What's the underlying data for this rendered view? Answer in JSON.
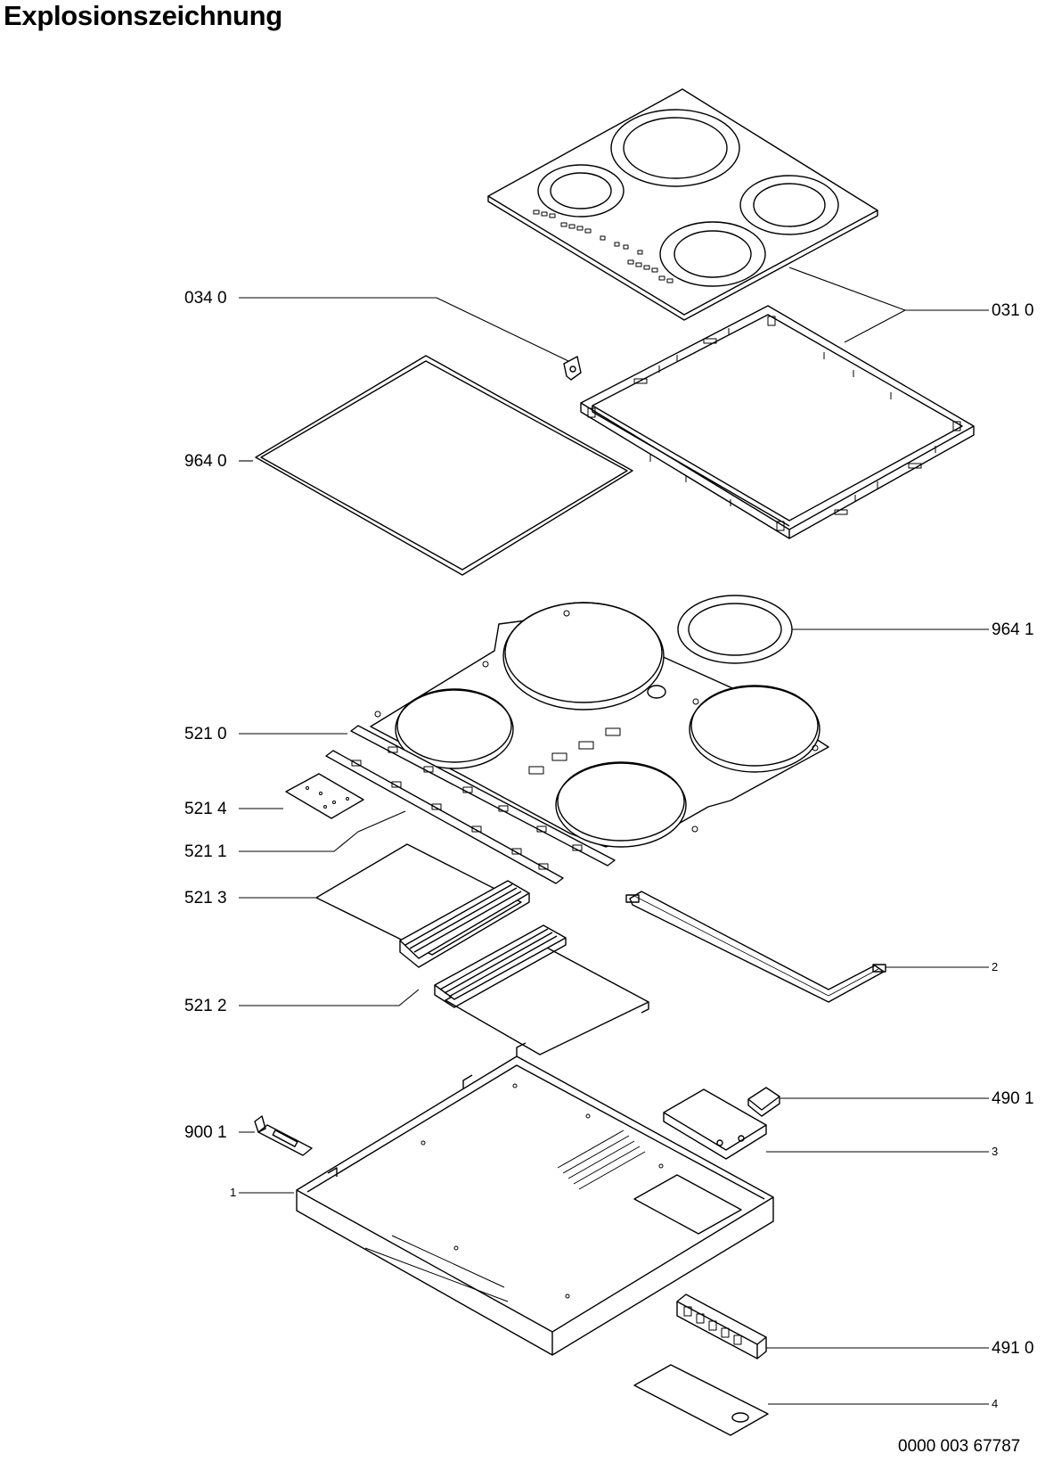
{
  "title": "Explosionszeichnung",
  "document_number": "0000 003 67787",
  "callouts": {
    "c0340": "034 0",
    "c0310": "031 0",
    "c9640": "964 0",
    "c9641": "964 1",
    "c5210": "521 0",
    "c5214": "521 4",
    "c5211": "521 1",
    "c5213": "521 3",
    "c5212": "521 2",
    "c2": "2",
    "c4901": "490 1",
    "c9001": "900 1",
    "c3": "3",
    "c1": "1",
    "c4910": "491 0",
    "c4": "4"
  },
  "colors": {
    "line": "#000000",
    "background": "#ffffff"
  }
}
